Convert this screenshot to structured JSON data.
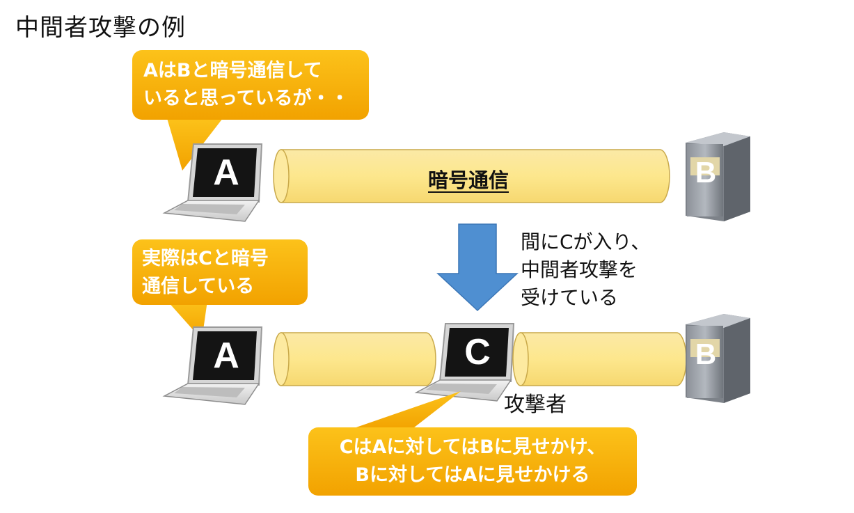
{
  "title": "中間者攻撃の例",
  "top_bubble": {
    "line1": "AはBと暗号通信して",
    "line2": "いると思っているが・・"
  },
  "mid_bubble": {
    "line1": "実際はCと暗号",
    "line2": "通信している"
  },
  "bottom_bubble": {
    "line1": "CはAに対してはBに見せかけ、",
    "line2": "Bに対してはAに見せかける"
  },
  "arrow_note": {
    "line1": "間にCが入り、",
    "line2": "中間者攻撃を",
    "line3": "受けている"
  },
  "pipe_label": "暗号通信",
  "attacker_label": "攻撃者",
  "devices": {
    "a_top": "A",
    "b_top": "B",
    "a_bottom": "A",
    "c": "C",
    "b_bottom": "B"
  },
  "colors": {
    "bubble_orange": "#f5a800",
    "pipe_fill": "#fbe18a",
    "pipe_stroke": "#c9a94a",
    "arrow_blue": "#4f8fd1"
  }
}
